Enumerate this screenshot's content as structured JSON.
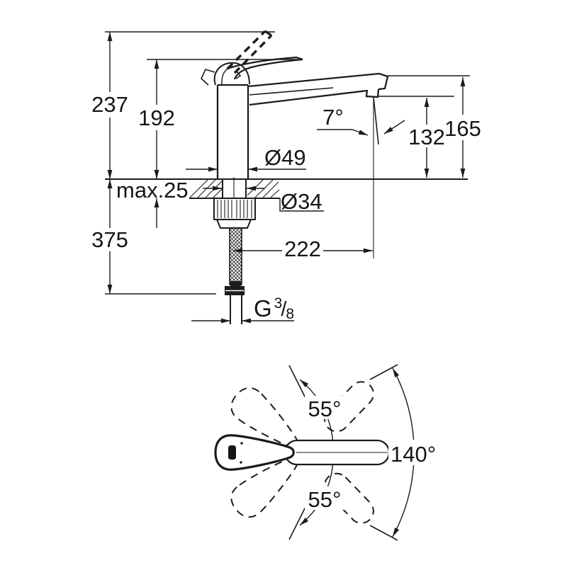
{
  "drawing": {
    "side_view": {
      "labels": {
        "total_height": "237",
        "lever_height": "192",
        "stream_angle": "7°",
        "outlet_height": "132",
        "spout_top_height": "165",
        "base_diameter": "Ø49",
        "max_counter_thickness": "max.25",
        "hole_diameter": "Ø34",
        "below_counter_length": "375",
        "spout_reach": "222",
        "thread_g": "G",
        "thread_numerator": "3",
        "thread_slash": "/",
        "thread_denominator": "8"
      }
    },
    "top_view": {
      "labels": {
        "handle_swing_up": "55°",
        "handle_swing_down": "55°",
        "spout_swivel_total": "140°"
      }
    },
    "colors": {
      "line": "#1c1c1c",
      "background": "#ffffff"
    }
  }
}
